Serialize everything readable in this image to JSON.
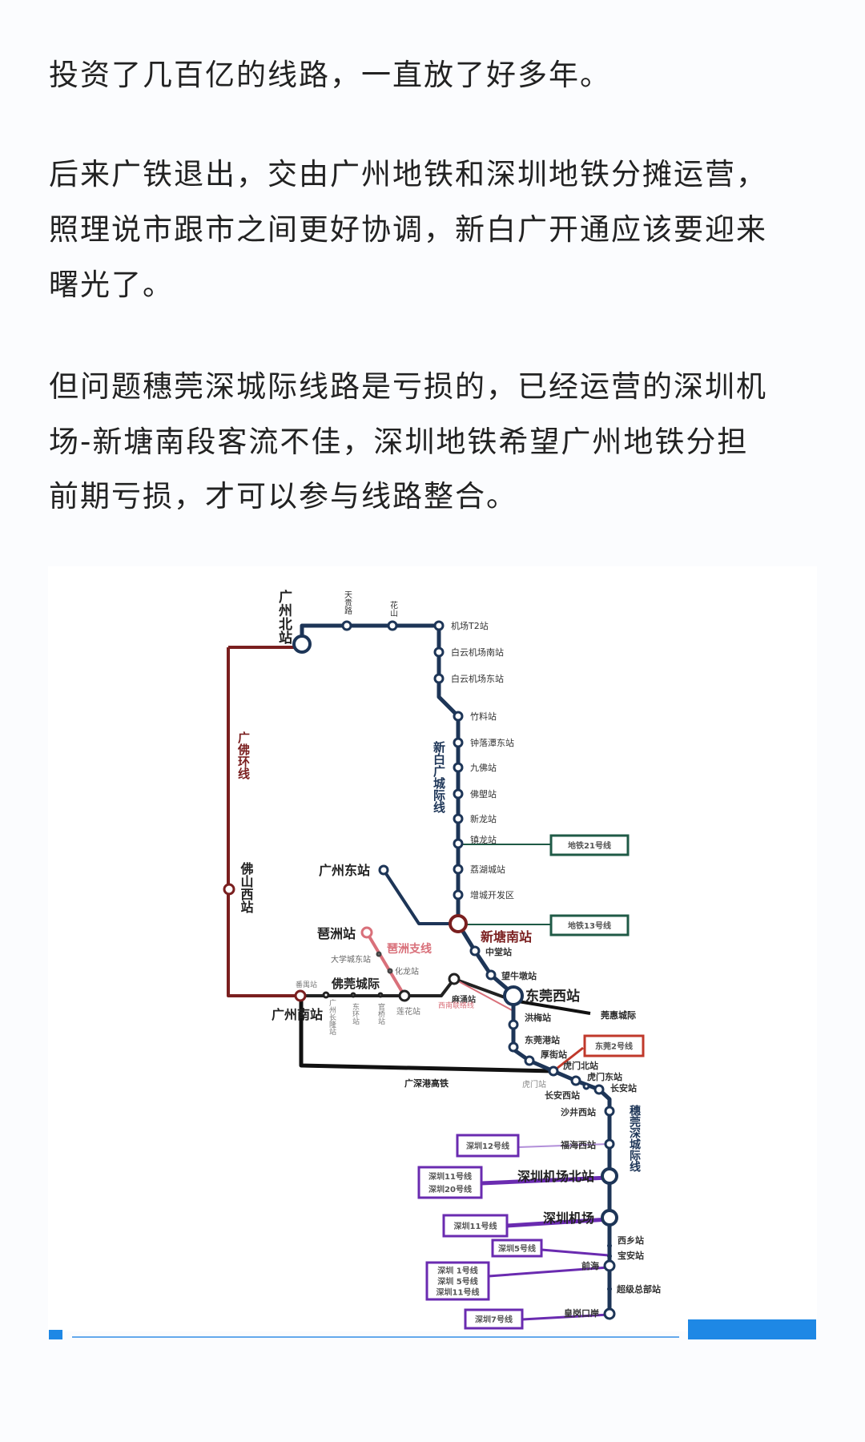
{
  "article": {
    "paragraphs": [
      [
        "投资了几百亿的线路，一直放了好多年。"
      ],
      [
        "后来广铁退出，交由广州地铁和深圳地铁分摊运营，",
        "照理说市跟市之间更好协调，新白广开通应该要迎来",
        "曙光了。"
      ],
      [
        "但问题穗莞深城际线路是亏损的，已经运营的深圳机",
        "场-新塘南段客流不佳，深圳地铁希望广州地铁分担",
        "前期亏损，才可以参与线路整合。"
      ]
    ]
  },
  "map": {
    "colors": {
      "xinbaiguang": "#1d3557",
      "guangfo": "#7a1f1f",
      "pazhou": "#d9707a",
      "black": "#111111",
      "metro_green": "#1f5a46",
      "shenzhen_purple": "#6a2bb0",
      "dongguan_red": "#c0392b"
    },
    "line_labels": {
      "xinbaiguang": "新白广城际线",
      "guangfo_ring": "广佛环线",
      "fowan": "佛莞城际",
      "pazhou": "琶洲支线",
      "xinan": "西南联络线",
      "guanhui": "莞惠城际",
      "gsg": "广深港高铁",
      "suiwanshen": "穗莞深城际线"
    },
    "stations": {
      "guangzhou_north": "广州北站",
      "tianguilu": "天贵路",
      "huashan": "花山",
      "airport_t2": "机场T2站",
      "baiyun_south": "白云机场南站",
      "baiyun_east": "白云机场东站",
      "zhuliao": "竹料站",
      "zhongluotan_east": "钟落潭东站",
      "jiufo": "九佛站",
      "folang": "佛塱站",
      "xinlong": "新龙站",
      "zhenlong": "镇龙站",
      "lihucheng": "荔湖城站",
      "zengcheng_dev": "增城开发区",
      "xintang_south": "新塘南站",
      "guangzhou_east": "广州东站",
      "foshan_west": "佛山西站",
      "pazhou": "琶洲站",
      "daxuecheng_east": "大学城东站",
      "hualong": "化龙站",
      "panyu": "番禺站",
      "guangzhou_south": "广州南站",
      "changlong": "广州长隆站",
      "donghuan": "东环站",
      "guanqiao": "官桥站",
      "lianhua": "莲花站",
      "machong": "麻涌站",
      "zhongtang": "中堂站",
      "wangniudun": "望牛墩站",
      "dongguan_west": "东莞西站",
      "hongmei": "洪梅站",
      "dongguan_port": "东莞港站",
      "houjie": "厚街站",
      "humen_north": "虎门北站",
      "humen": "虎门站",
      "humen_east": "虎门东站",
      "changan_west": "长安西站",
      "changan": "长安站",
      "shajing_west": "沙井西站",
      "fuhai_west": "福海西站",
      "sz_airport_north": "深圳机场北站",
      "sz_airport": "深圳机场",
      "xixiang": "西乡站",
      "baoan": "宝安站",
      "qianhai": "前海",
      "super_hq": "超级总部站",
      "huanggang": "皇岗口岸"
    },
    "transfers": {
      "metro21": "地铁21号线",
      "metro13": "地铁13号线",
      "dg2": "东莞2号线",
      "sz12": "深圳12号线",
      "sz11_20": [
        "深圳11号线",
        "深圳20号线"
      ],
      "sz11": "深圳11号线",
      "sz5": "深圳5号线",
      "sz1_5_11": [
        "深圳 1号线",
        "深圳 5号线",
        "深圳11号线"
      ],
      "sz7": "深圳7号线"
    }
  },
  "carousel": {
    "current_index": 1,
    "total": 2
  }
}
